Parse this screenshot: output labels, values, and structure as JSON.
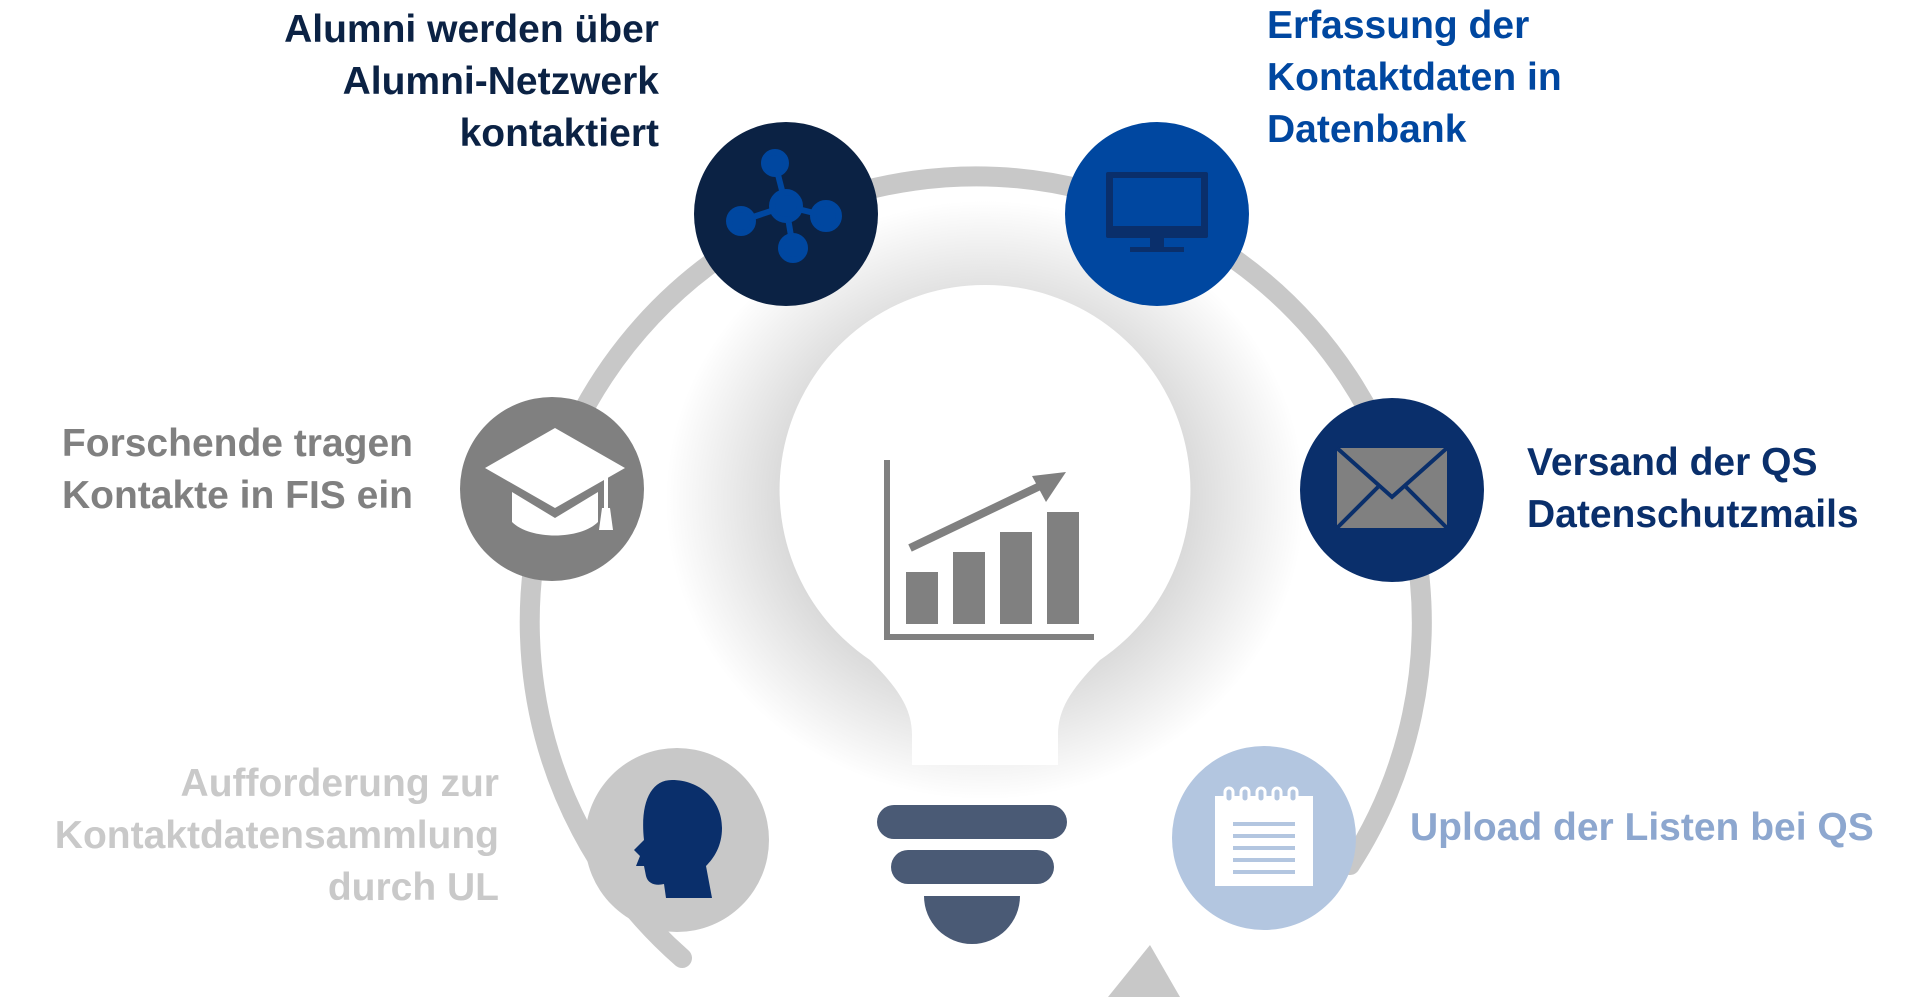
{
  "steps": [
    {
      "id": "alumni",
      "lines": [
        "Alumni werden über",
        "Alumni-Netzwerk",
        "kontaktiert"
      ],
      "icon": "network-icon",
      "circle_color": "#0b2244",
      "text_color": "#0b2244"
    },
    {
      "id": "erfassung",
      "lines": [
        "Erfassung der",
        "Kontaktdaten in",
        "Datenbank"
      ],
      "icon": "monitor-icon",
      "circle_color": "#0047a0",
      "text_color": "#0047a0"
    },
    {
      "id": "versand",
      "lines": [
        "Versand der QS",
        "Datenschutzmails"
      ],
      "icon": "envelope-icon",
      "circle_color": "#0a2f6b",
      "text_color": "#0a2f6b"
    },
    {
      "id": "upload",
      "lines": [
        "Upload der Listen bei QS"
      ],
      "icon": "notepad-icon",
      "circle_color": "#b3c6e0",
      "text_color": "#8da7cf"
    },
    {
      "id": "aufforderung",
      "lines": [
        "Aufforderung zur",
        "Kontaktdatensammlung",
        "durch UL"
      ],
      "icon": "head-icon",
      "circle_color": "#c8c8c8",
      "text_color": "#c9c9c9"
    },
    {
      "id": "forschende",
      "lines": [
        "Forschende tragen",
        "Kontakte in FIS ein"
      ],
      "icon": "graduation-cap-icon",
      "circle_color": "#808080",
      "text_color": "#808080"
    }
  ],
  "center": {
    "icon": "lightbulb-icon",
    "inner_icon": "rising-bar-chart-icon"
  },
  "colors": {
    "ring": "#c8c8c8",
    "chart_gray": "#808080",
    "bulb_base": "#4a5a75"
  }
}
